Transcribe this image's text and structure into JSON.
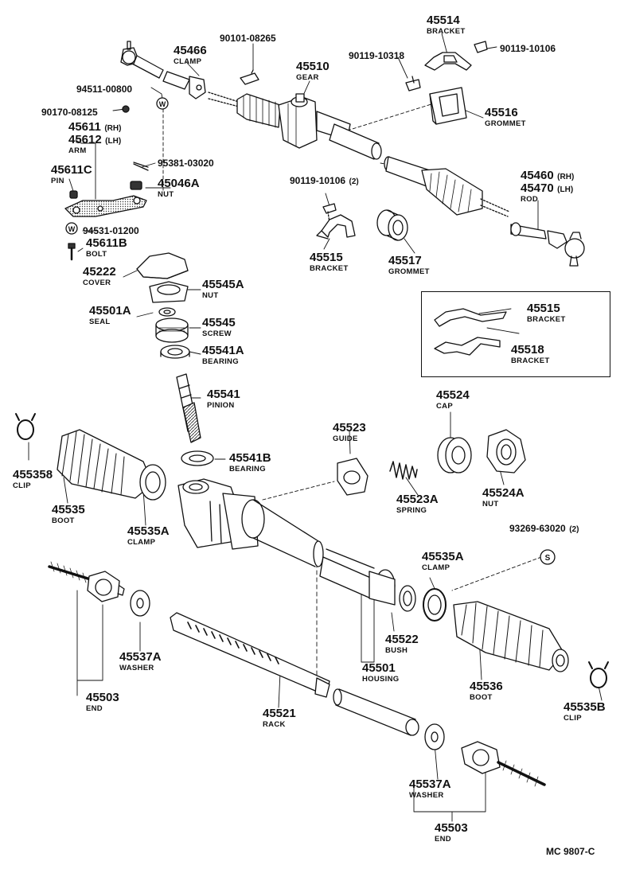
{
  "footer_code": "MC 9807-C",
  "parts": [
    {
      "id": "p45466",
      "pn": "45466",
      "name": "CLAMP"
    },
    {
      "id": "p90101",
      "pn": "90101-08265",
      "name": ""
    },
    {
      "id": "p45510",
      "pn": "45510",
      "name": "GEAR"
    },
    {
      "id": "p45514",
      "pn": "45514",
      "name": "BRACKET"
    },
    {
      "id": "p90119a",
      "pn": "90119-10318",
      "name": ""
    },
    {
      "id": "p90119b",
      "pn": "90119-10106",
      "name": ""
    },
    {
      "id": "p94511",
      "pn": "94511-00800",
      "name": ""
    },
    {
      "id": "p90170",
      "pn": "90170-08125",
      "name": ""
    },
    {
      "id": "p45611",
      "pn": "45611",
      "suffix": "(RH)",
      "name": ""
    },
    {
      "id": "p45612",
      "pn": "45612",
      "suffix": "(LH)",
      "name": "ARM"
    },
    {
      "id": "p95381",
      "pn": "95381-03020",
      "name": ""
    },
    {
      "id": "p45611c",
      "pn": "45611C",
      "name": "PIN"
    },
    {
      "id": "p45046a",
      "pn": "45046A",
      "name": "NUT"
    },
    {
      "id": "p45516",
      "pn": "45516",
      "name": "GROMMET"
    },
    {
      "id": "p90119c",
      "pn": "90119-10106",
      "suffix": "(2)",
      "name": ""
    },
    {
      "id": "p45460",
      "pn": "45460",
      "suffix": "(RH)",
      "name": ""
    },
    {
      "id": "p45470",
      "pn": "45470",
      "suffix": "(LH)",
      "name": "ROD"
    },
    {
      "id": "p94531",
      "pn": "94531-01200",
      "name": ""
    },
    {
      "id": "p45611b",
      "pn": "45611B",
      "name": "BOLT"
    },
    {
      "id": "p45515a",
      "pn": "45515",
      "name": "BRACKET"
    },
    {
      "id": "p45517",
      "pn": "45517",
      "name": "GROMMET"
    },
    {
      "id": "p45222",
      "pn": "45222",
      "name": "COVER"
    },
    {
      "id": "p45545a",
      "pn": "45545A",
      "name": "NUT"
    },
    {
      "id": "p45501a",
      "pn": "45501A",
      "name": "SEAL"
    },
    {
      "id": "p45545",
      "pn": "45545",
      "name": "SCREW"
    },
    {
      "id": "p45541a",
      "pn": "45541A",
      "name": "BEARING"
    },
    {
      "id": "p45515b",
      "pn": "45515",
      "name": "BRACKET"
    },
    {
      "id": "p45518",
      "pn": "45518",
      "name": "BRACKET"
    },
    {
      "id": "p45541",
      "pn": "45541",
      "name": "PINION"
    },
    {
      "id": "p45524",
      "pn": "45524",
      "name": "CAP"
    },
    {
      "id": "p45523",
      "pn": "45523",
      "name": "GUIDE"
    },
    {
      "id": "p455358",
      "pn": "455358",
      "name": "CLIP"
    },
    {
      "id": "p45541b",
      "pn": "45541B",
      "name": "BEARING"
    },
    {
      "id": "p45535",
      "pn": "45535",
      "name": "BOOT"
    },
    {
      "id": "p45523a",
      "pn": "45523A",
      "name": "SPRING"
    },
    {
      "id": "p45524a",
      "pn": "45524A",
      "name": "NUT"
    },
    {
      "id": "p45535a1",
      "pn": "45535A",
      "name": "CLAMP"
    },
    {
      "id": "p93269",
      "pn": "93269-63020",
      "suffix": "(2)",
      "name": ""
    },
    {
      "id": "p45535a2",
      "pn": "45535A",
      "name": "CLAMP"
    },
    {
      "id": "p45522",
      "pn": "45522",
      "name": "BUSH"
    },
    {
      "id": "p45537a1",
      "pn": "45537A",
      "name": "WASHER"
    },
    {
      "id": "p45501",
      "pn": "45501",
      "name": "HOUSING"
    },
    {
      "id": "p45536",
      "pn": "45536",
      "name": "BOOT"
    },
    {
      "id": "p45503a",
      "pn": "45503",
      "name": "END"
    },
    {
      "id": "p45521",
      "pn": "45521",
      "name": "RACK"
    },
    {
      "id": "p45535b",
      "pn": "45535B",
      "name": "CLIP"
    },
    {
      "id": "p45537a2",
      "pn": "45537A",
      "name": "WASHER"
    },
    {
      "id": "p45503b",
      "pn": "45503",
      "name": "END"
    }
  ]
}
